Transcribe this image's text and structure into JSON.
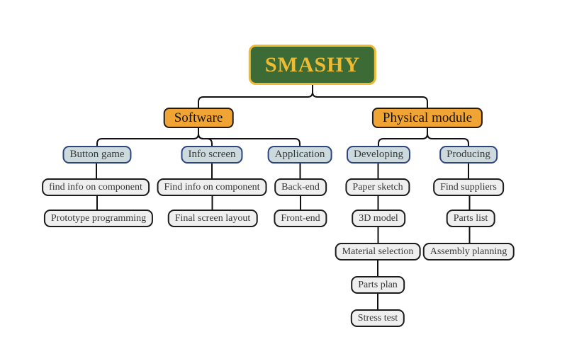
{
  "colors": {
    "background": "#ffffff",
    "root_fill": "#3d6b35",
    "root_border": "#eebb33",
    "root_text": "#eebb33",
    "branch_fill": "#f0a434",
    "branch_border": "#1c1c1c",
    "sub_fill": "#ccdade",
    "sub_border": "#2e4480",
    "leaf_fill": "#efefef",
    "leaf_border": "#1c1c1c",
    "text": "#383838",
    "line": "#111111"
  },
  "nodes": {
    "root": "SMASHY",
    "software": "Software",
    "physical_module": "Physical module",
    "button_game": "Button game",
    "info_screen": "Info screen",
    "application": "Application",
    "developing": "Developing",
    "producing": "Producing",
    "bg_find_info": "find info on component",
    "bg_prototype": "Prototype programming",
    "is_find_info": "Find info on component",
    "is_final_layout": "Final screen layout",
    "app_backend": "Back-end",
    "app_frontend": "Front-end",
    "dev_paper_sketch": "Paper sketch",
    "dev_3d_model": "3D model",
    "dev_material": "Material selection",
    "dev_parts_plan": "Parts plan",
    "dev_stress_test": "Stress test",
    "prod_find_suppliers": "Find suppliers",
    "prod_parts_list": "Parts list",
    "prod_assembly": "Assembly planning"
  },
  "edges": [
    [
      "root",
      "software"
    ],
    [
      "root",
      "physical_module"
    ],
    [
      "software",
      "button_game"
    ],
    [
      "software",
      "info_screen"
    ],
    [
      "software",
      "application"
    ],
    [
      "physical_module",
      "developing"
    ],
    [
      "physical_module",
      "producing"
    ],
    [
      "button_game",
      "bg_find_info"
    ],
    [
      "bg_find_info",
      "bg_prototype"
    ],
    [
      "info_screen",
      "is_find_info"
    ],
    [
      "is_find_info",
      "is_final_layout"
    ],
    [
      "application",
      "app_backend"
    ],
    [
      "app_backend",
      "app_frontend"
    ],
    [
      "developing",
      "dev_paper_sketch"
    ],
    [
      "dev_paper_sketch",
      "dev_3d_model"
    ],
    [
      "dev_3d_model",
      "dev_material"
    ],
    [
      "dev_material",
      "dev_parts_plan"
    ],
    [
      "dev_parts_plan",
      "dev_stress_test"
    ],
    [
      "producing",
      "prod_find_suppliers"
    ],
    [
      "prod_find_suppliers",
      "prod_parts_list"
    ],
    [
      "prod_parts_list",
      "prod_assembly"
    ]
  ]
}
